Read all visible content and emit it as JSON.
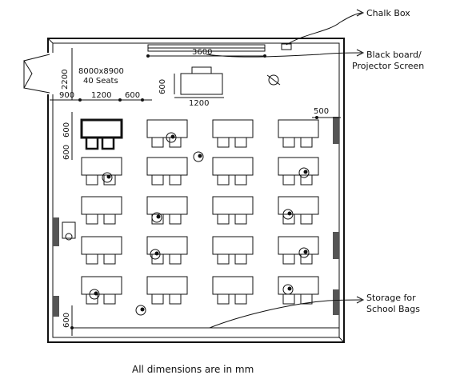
{
  "callouts": {
    "chalk_box": "Chalk Box",
    "black_board_line1": "Black board/",
    "black_board_line2": "Projector Screen",
    "storage_line1": "Storage for",
    "storage_line2": "School Bags"
  },
  "dimensions": {
    "room_size": "8000x8900",
    "seats": "40 Seats",
    "board_width": "3600",
    "door_depth": "2200",
    "teacher_desk_depth": "600",
    "teacher_desk_width": "1200",
    "left_gap": "900",
    "desk_width": "1200",
    "aisle": "600",
    "right_gap": "500",
    "front_desk_depth": "600",
    "front_gap": "600",
    "bottom_storage": "600"
  },
  "footer": "All dimensions are in mm"
}
